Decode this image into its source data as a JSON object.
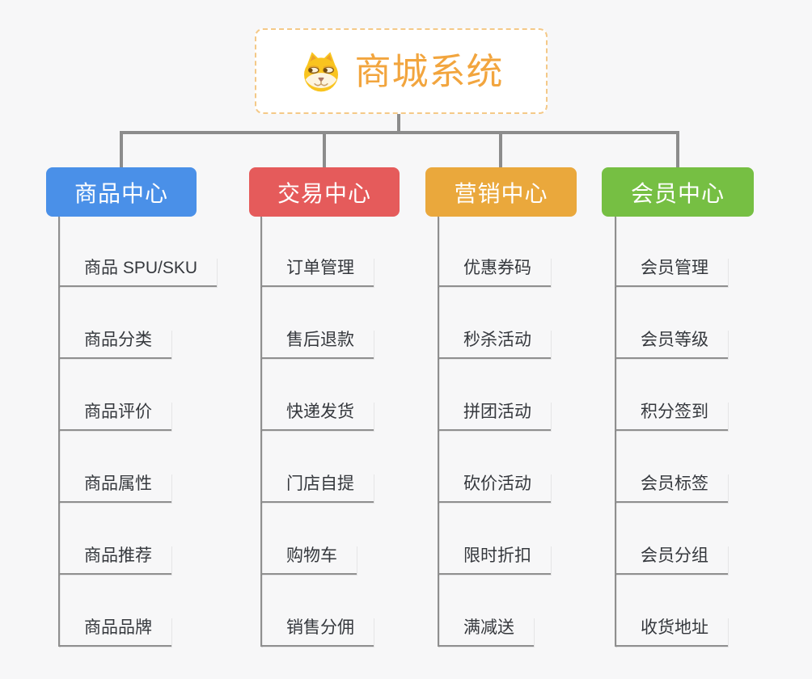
{
  "page": {
    "background": "#f7f7f8",
    "connector_color": "#8c8c8c",
    "underline_color": "#8f8f8f"
  },
  "root": {
    "title": "商城系统",
    "icon": "dog-face-icon",
    "title_color": "#f2a53e",
    "border_color": "#f4c988"
  },
  "branches": [
    {
      "label": "商品中心",
      "color": "#4a90e8",
      "items": [
        "商品 SPU/SKU",
        "商品分类",
        "商品评价",
        "商品属性",
        "商品推荐",
        "商品品牌"
      ]
    },
    {
      "label": "交易中心",
      "color": "#e55b5b",
      "items": [
        "订单管理",
        "售后退款",
        "快递发货",
        "门店自提",
        "购物车",
        "销售分佣"
      ]
    },
    {
      "label": "营销中心",
      "color": "#eaa83c",
      "items": [
        "优惠券码",
        "秒杀活动",
        "拼团活动",
        "砍价活动",
        "限时折扣",
        "满减送"
      ]
    },
    {
      "label": "会员中心",
      "color": "#76bf43",
      "items": [
        "会员管理",
        "会员等级",
        "积分签到",
        "会员标签",
        "会员分组",
        "收货地址"
      ]
    }
  ]
}
